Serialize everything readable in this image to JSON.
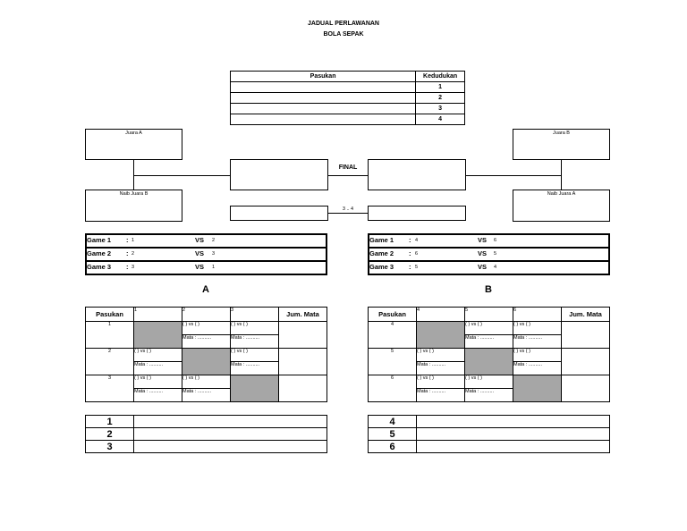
{
  "header": {
    "line1": "JADUAL PERLAWANAN",
    "line2": "BOLA SEPAK"
  },
  "ranking": {
    "col1": "Pasukan",
    "col2": "Kedudukan",
    "ranks": [
      "1",
      "2",
      "3",
      "4"
    ]
  },
  "bracket": {
    "juara_a": "Juara A",
    "juara_b": "Juara B",
    "naib_juara_b": "Naib Juara B",
    "naib_juara_a": "Naib Juara A",
    "final": "FINAL",
    "third_place": "3 .. 4"
  },
  "games_a": [
    {
      "label": "Game 1",
      "home": "1",
      "vs": "VS",
      "away": "2"
    },
    {
      "label": "Game 2",
      "home": "2",
      "vs": "VS",
      "away": "3"
    },
    {
      "label": "Game 3",
      "home": "3",
      "vs": "VS",
      "away": "1"
    }
  ],
  "games_b": [
    {
      "label": "Game 1",
      "home": "4",
      "vs": "VS",
      "away": "6"
    },
    {
      "label": "Game 2",
      "home": "6",
      "vs": "VS",
      "away": "5"
    },
    {
      "label": "Game 3",
      "home": "5",
      "vs": "VS",
      "away": "4"
    }
  ],
  "colon": ":",
  "group_a": {
    "title": "A",
    "col_team": "Pasukan",
    "cols": [
      "1",
      "2",
      "3"
    ],
    "col_points": "Jum. Mata",
    "rows": [
      "1",
      "2",
      "3"
    ]
  },
  "group_b": {
    "title": "B",
    "col_team": "Pasukan",
    "cols": [
      "4",
      "5",
      "6"
    ],
    "col_points": "Jum. Mata",
    "rows": [
      "4",
      "5",
      "6"
    ]
  },
  "cell": {
    "score": "(    ) vs (    )",
    "points": "Mata : ..........",
    "score_short": "(    ) vs (    )"
  },
  "standings_a": [
    "1",
    "2",
    "3"
  ],
  "standings_b": [
    "4",
    "5",
    "6"
  ]
}
